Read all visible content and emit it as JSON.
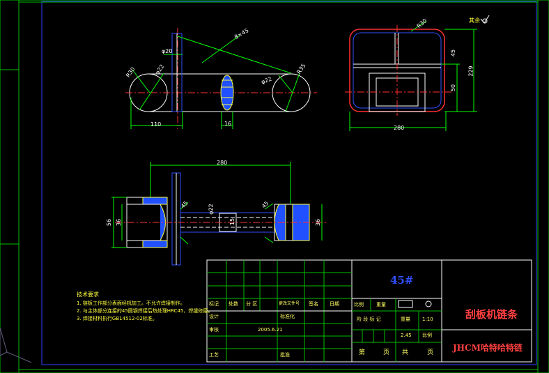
{
  "drawing": {
    "material": "45#",
    "part_name": "刮板机链条",
    "part_name_en": "JHCM哈特哈特链",
    "rough_symbol_label": "其余",
    "tech_title": "技术要求",
    "tech_lines": [
      "1. 链板工作部分表面经机加工。不允许焊接制作。",
      "2. 与主体部分连接的45圆钢焊接后热处理HRC45，焊缝修磨。",
      "3. 焊接材料执行GB14512-02标准。"
    ],
    "dimensions": {
      "top_left_width": "110",
      "top_left_angle": "8×45",
      "top_left_dia": "φ20",
      "top_left_r1": "R30",
      "top_left_d1": "φ22",
      "top_left_thk": "16",
      "top_right_r": "R35",
      "top_right_d": "φ22",
      "right_width": "280",
      "right_h1": "45",
      "right_h2": "229",
      "right_h3": "50",
      "right_r": "R30",
      "bottom_width": "280",
      "bottom_h1": "56",
      "bottom_h2": "36",
      "bottom_d": "φ22",
      "bottom_x1": "45",
      "bottom_x2": "45",
      "bottom_x3": "15",
      "bottom_right": "36"
    },
    "title_block": {
      "row_labels": [
        "标记",
        "处数",
        "分 区",
        "更改文件号",
        "签名",
        "日期"
      ],
      "design_label": "设计",
      "design_date": "2005.6.21",
      "std_label": "标准化",
      "check_label": "审核",
      "craft_label": "工艺",
      "approve_label": "批准",
      "stage_label": "阶 段 标 记",
      "weight_label": "重量",
      "scale_label": "比例",
      "scale_value": "1:10",
      "ratio_value": "2.45",
      "sheet_label": "第",
      "sheet_unit": "页",
      "total_label": "共",
      "total_unit": "页"
    }
  }
}
